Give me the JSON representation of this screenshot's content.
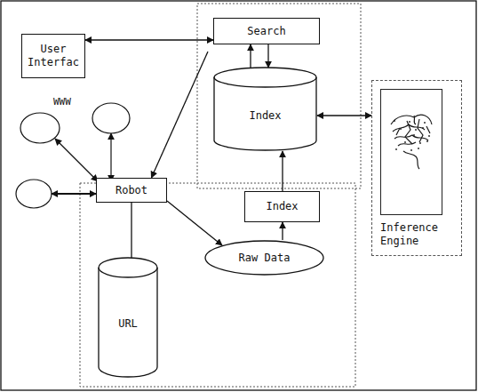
{
  "diagram": {
    "nodes": [
      {
        "text": [
          "User Interfac"
        ]
      },
      {
        "text": [
          "Search"
        ]
      },
      {
        "text": [
          "Index"
        ]
      },
      {
        "text": [
          "Inference Engine"
        ]
      },
      {
        "text": [
          "Robot"
        ]
      },
      {
        "text": [
          "URL"
        ]
      },
      {
        "text": [
          "Index"
        ]
      },
      {
        "text": [
          "Raw Data"
        ]
      }
    ],
    "edges": [
      {
        "from": 0,
        "to": 1,
        "arrow": "both"
      },
      {
        "from": 1,
        "to": 2,
        "arrow": "to"
      },
      {
        "from": 2,
        "to": 1,
        "arrow": "to"
      },
      {
        "from": 2,
        "to": 3,
        "arrow": "both"
      },
      {
        "from": 1,
        "to": 4,
        "arrow": "to"
      },
      {
        "from": 4,
        "to": 5,
        "arrow": "none"
      },
      {
        "from": 4,
        "to": 7,
        "arrow": "to"
      },
      {
        "from": 7,
        "to": 6,
        "arrow": "to"
      },
      {
        "from": 6,
        "to": 2,
        "arrow": "to"
      }
    ],
    "labels": [
      "WWW"
    ]
  }
}
